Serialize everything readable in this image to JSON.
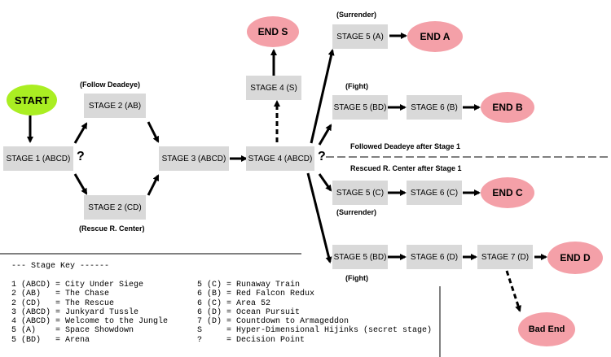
{
  "nodes": {
    "start": "START",
    "stage1": "STAGE 1 (ABCD)",
    "stage2_ab": "STAGE 2 (AB)",
    "stage2_cd": "STAGE 2 (CD)",
    "stage3": "STAGE 3 (ABCD)",
    "stage4": "STAGE 4 (ABCD)",
    "stage4_s": "STAGE 4 (S)",
    "end_s": "END S",
    "stage5_a": "STAGE 5 (A)",
    "end_a": "END A",
    "stage5_bd_top": "STAGE 5 (BD)",
    "stage6_b": "STAGE 6 (B)",
    "end_b": "END B",
    "stage5_c": "STAGE 5 (C)",
    "stage6_c": "STAGE 6 (C)",
    "end_c": "END C",
    "stage5_bd_bottom": "STAGE 5 (BD)",
    "stage6_d": "STAGE 6 (D)",
    "stage7_d": "STAGE 7 (D)",
    "end_d": "END D",
    "bad_end": "Bad End"
  },
  "labels": {
    "follow_deadeye": "(Follow Deadeye)",
    "rescue_center": "(Rescue R. Center)",
    "surrender_top": "(Surrender)",
    "fight_top": "(Fight)",
    "followed_after": "Followed Deadeye after Stage 1",
    "rescued_after": "Rescued R. Center after Stage 1",
    "surrender_mid": "(Surrender)",
    "fight_bottom": "(Fight)",
    "decision1": "?",
    "decision4": "?"
  },
  "key": {
    "title": "--- Stage Key ------",
    "left": [
      "1 (ABCD) = City Under Siege",
      "2 (AB)   = The Chase",
      "2 (CD)   = The Rescue",
      "3 (ABCD) = Junkyard Tussle",
      "4 (ABCD) = Welcome to the Jungle",
      "5 (A)    = Space Showdown",
      "5 (BD)   = Arena"
    ],
    "right": [
      "5 (C) = Runaway Train",
      "6 (B) = Red Falcon Redux",
      "6 (C) = Area 52",
      "6 (D) = Ocean Pursuit",
      "7 (D) = Countdown to Armageddon",
      "S     = Hyper-Dimensional Hijinks (secret stage)",
      "?     = Decision Point"
    ]
  },
  "colors": {
    "start": "#aaee22",
    "end": "#f4a0a8",
    "box": "#d9d9d9"
  }
}
